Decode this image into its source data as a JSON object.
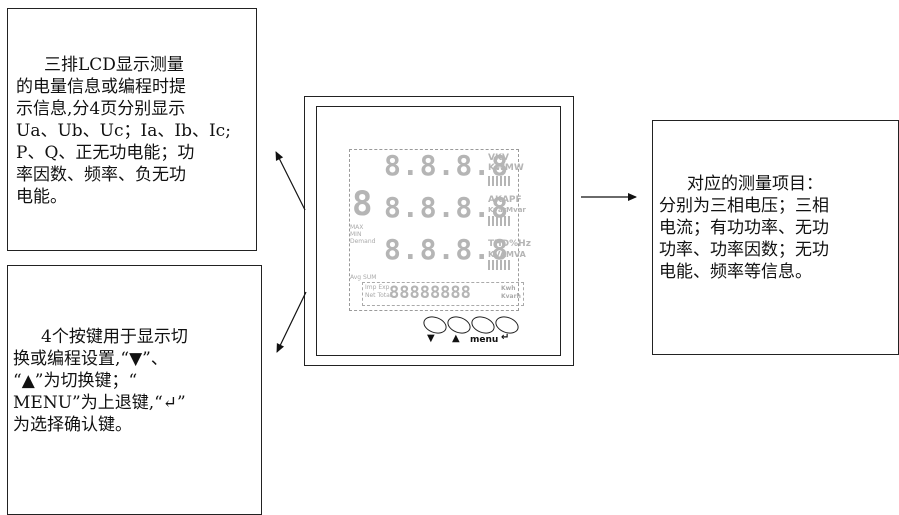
{
  "callouts": {
    "lcd": {
      "lines": [
        "三排LCD显示测量",
        "的电量信息或编程时提",
        "示信息,分4页分别显示",
        "Ua、Ub、Uc；Ia、Ib、Ic;",
        "P、Q、正无功电能；功",
        "率因数、频率、负无功",
        "电能。"
      ]
    },
    "keys": {
      "line1": "4个按键用于显示切",
      "line2": "换或编程设置,“▼”、",
      "line3": "“▲”为切换键；“",
      "line4": "MENU”为上退键,“↵”",
      "line5": "为选择确认键。"
    },
    "items": {
      "line1": "对应的测量项目：",
      "line2": "分别为三相电压；三相",
      "line3": "电流；有功功率、无功",
      "line4": "功率、功率因数；无功",
      "line5": "电能、频率等信息。"
    }
  },
  "meter": {
    "lcd": {
      "row_digits": "8.8.8.8",
      "bottom_digits": "88888888",
      "unit_row1": "VKV",
      "unit_row1b": "KWMW",
      "unit_row2": "AKAPF",
      "unit_row2b": "KvarMvar",
      "unit_row3": "THD%Hz",
      "unit_row3b": "KVAMVA",
      "label_max": "MAX",
      "label_min": "MIN",
      "label_demand": "Demand",
      "label_avg": "Avg SUM",
      "label_imp": "Imp Exp",
      "label_net": "Net Total",
      "label_kwh": "Kwh",
      "label_kvarh": "Kvarh"
    },
    "buttons": {
      "down": "▼",
      "up": "▲",
      "menu": "menu",
      "enter": "↵"
    }
  }
}
